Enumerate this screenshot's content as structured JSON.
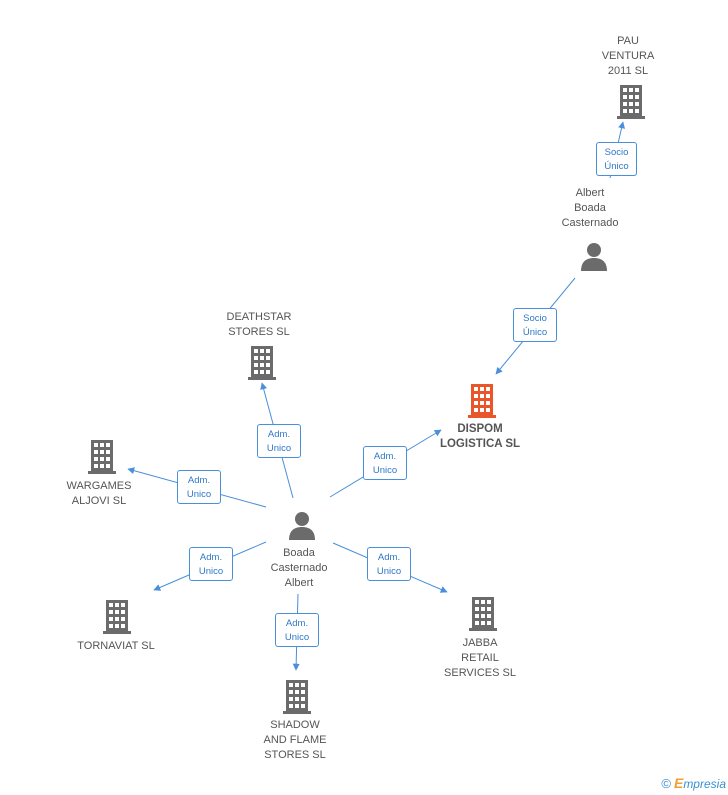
{
  "nodes": {
    "pau_ventura": "PAU\nVENTURA\n2011 SL",
    "albert_boada": "Albert\nBoada\nCasternado",
    "deathstar": "DEATHSTAR\nSTORES SL",
    "dispom": "DISPOM\nLOGISTICA SL",
    "wargames": "WARGAMES\nALJOVI SL",
    "boada_albert": "Boada\nCasternado\nAlbert",
    "tornaviat": "TORNAVIAT SL",
    "jabba": "JABBA\nRETAIL\nSERVICES SL",
    "shadow": "SHADOW\nAND FLAME\nSTORES SL"
  },
  "relations": {
    "socio_1": "Socio\nÚnico",
    "socio_2": "Socio\nÚnico",
    "adm_deathstar": "Adm.\nUnico",
    "adm_dispom": "Adm.\nUnico",
    "adm_wargames": "Adm.\nUnico",
    "adm_tornaviat": "Adm.\nUnico",
    "adm_jabba": "Adm.\nUnico",
    "adm_shadow": "Adm.\nUnico"
  },
  "colors": {
    "company": "#6b6b6b",
    "company_highlight": "#e8562a",
    "person": "#6b6b6b",
    "edge": "#4a8fd9"
  },
  "icons": {
    "company": "building-icon",
    "person": "person-icon"
  },
  "footer": {
    "copyright_symbol": "©",
    "brand_first": "E",
    "brand_rest": "mpresia"
  }
}
